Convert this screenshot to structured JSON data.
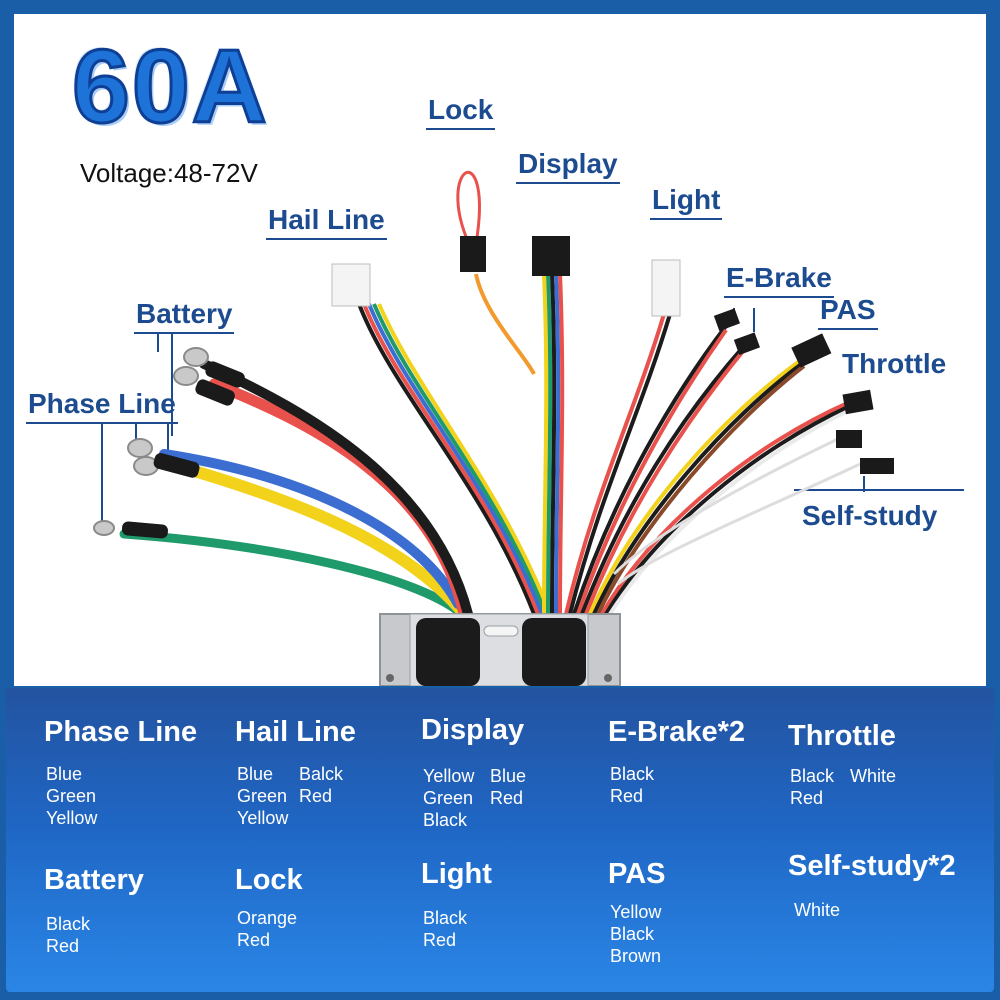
{
  "title": "60A",
  "voltage": "Voltage:48-72V",
  "labels": {
    "lock": "Lock",
    "display": "Display",
    "light": "Light",
    "hail_line": "Hail Line",
    "battery": "Battery",
    "phase_line": "Phase Line",
    "ebrake": "E-Brake",
    "pas": "PAS",
    "throttle": "Throttle",
    "self_study": "Self-study"
  },
  "legend": [
    {
      "title": "Phase Line",
      "items": [
        "Blue",
        "Green",
        "Yellow"
      ]
    },
    {
      "title": "Hail Line",
      "items": [
        "Blue",
        "Green",
        "Yellow",
        "Balck",
        "Red"
      ]
    },
    {
      "title": "Display",
      "items": [
        "Yellow",
        "Green",
        "Black",
        "Blue",
        "Red"
      ]
    },
    {
      "title": "E-Brake*2",
      "items": [
        "Black",
        "Red"
      ]
    },
    {
      "title": "Throttle",
      "items": [
        "Black",
        "Red",
        "White"
      ]
    },
    {
      "title": "Battery",
      "items": [
        "Black",
        "Red"
      ]
    },
    {
      "title": "Lock",
      "items": [
        "Orange",
        "Red"
      ]
    },
    {
      "title": "Light",
      "items": [
        "Black",
        "Red"
      ]
    },
    {
      "title": "PAS",
      "items": [
        "Yellow",
        "Black",
        "Brown"
      ]
    },
    {
      "title": "Self-study*2",
      "items": [
        "White"
      ]
    }
  ],
  "colors": {
    "label_blue": "#1c4b8f",
    "panel_blue": "#1f66c4"
  }
}
